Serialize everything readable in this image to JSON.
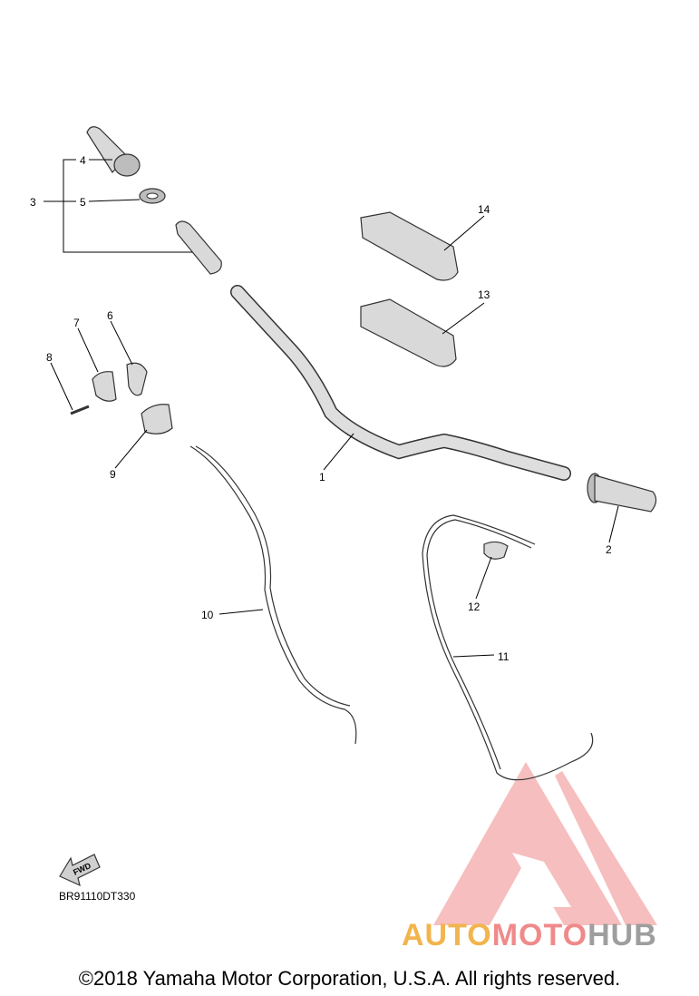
{
  "diagram": {
    "callouts": [
      "1",
      "2",
      "3",
      "4",
      "5",
      "6",
      "7",
      "8",
      "9",
      "10",
      "11",
      "12",
      "13",
      "14"
    ],
    "fwd_label": "FWD",
    "document_id": "BR91110DT330",
    "copyright": "©2018 Yamaha Motor Corporation, U.S.A. All rights reserved."
  },
  "watermark": {
    "part1": "AUTO",
    "part2": "MOTO",
    "part3": "HUB",
    "colors": {
      "auto": "#f2b44c",
      "moto": "#f08a8a",
      "hub": "#9e9e9e"
    }
  }
}
